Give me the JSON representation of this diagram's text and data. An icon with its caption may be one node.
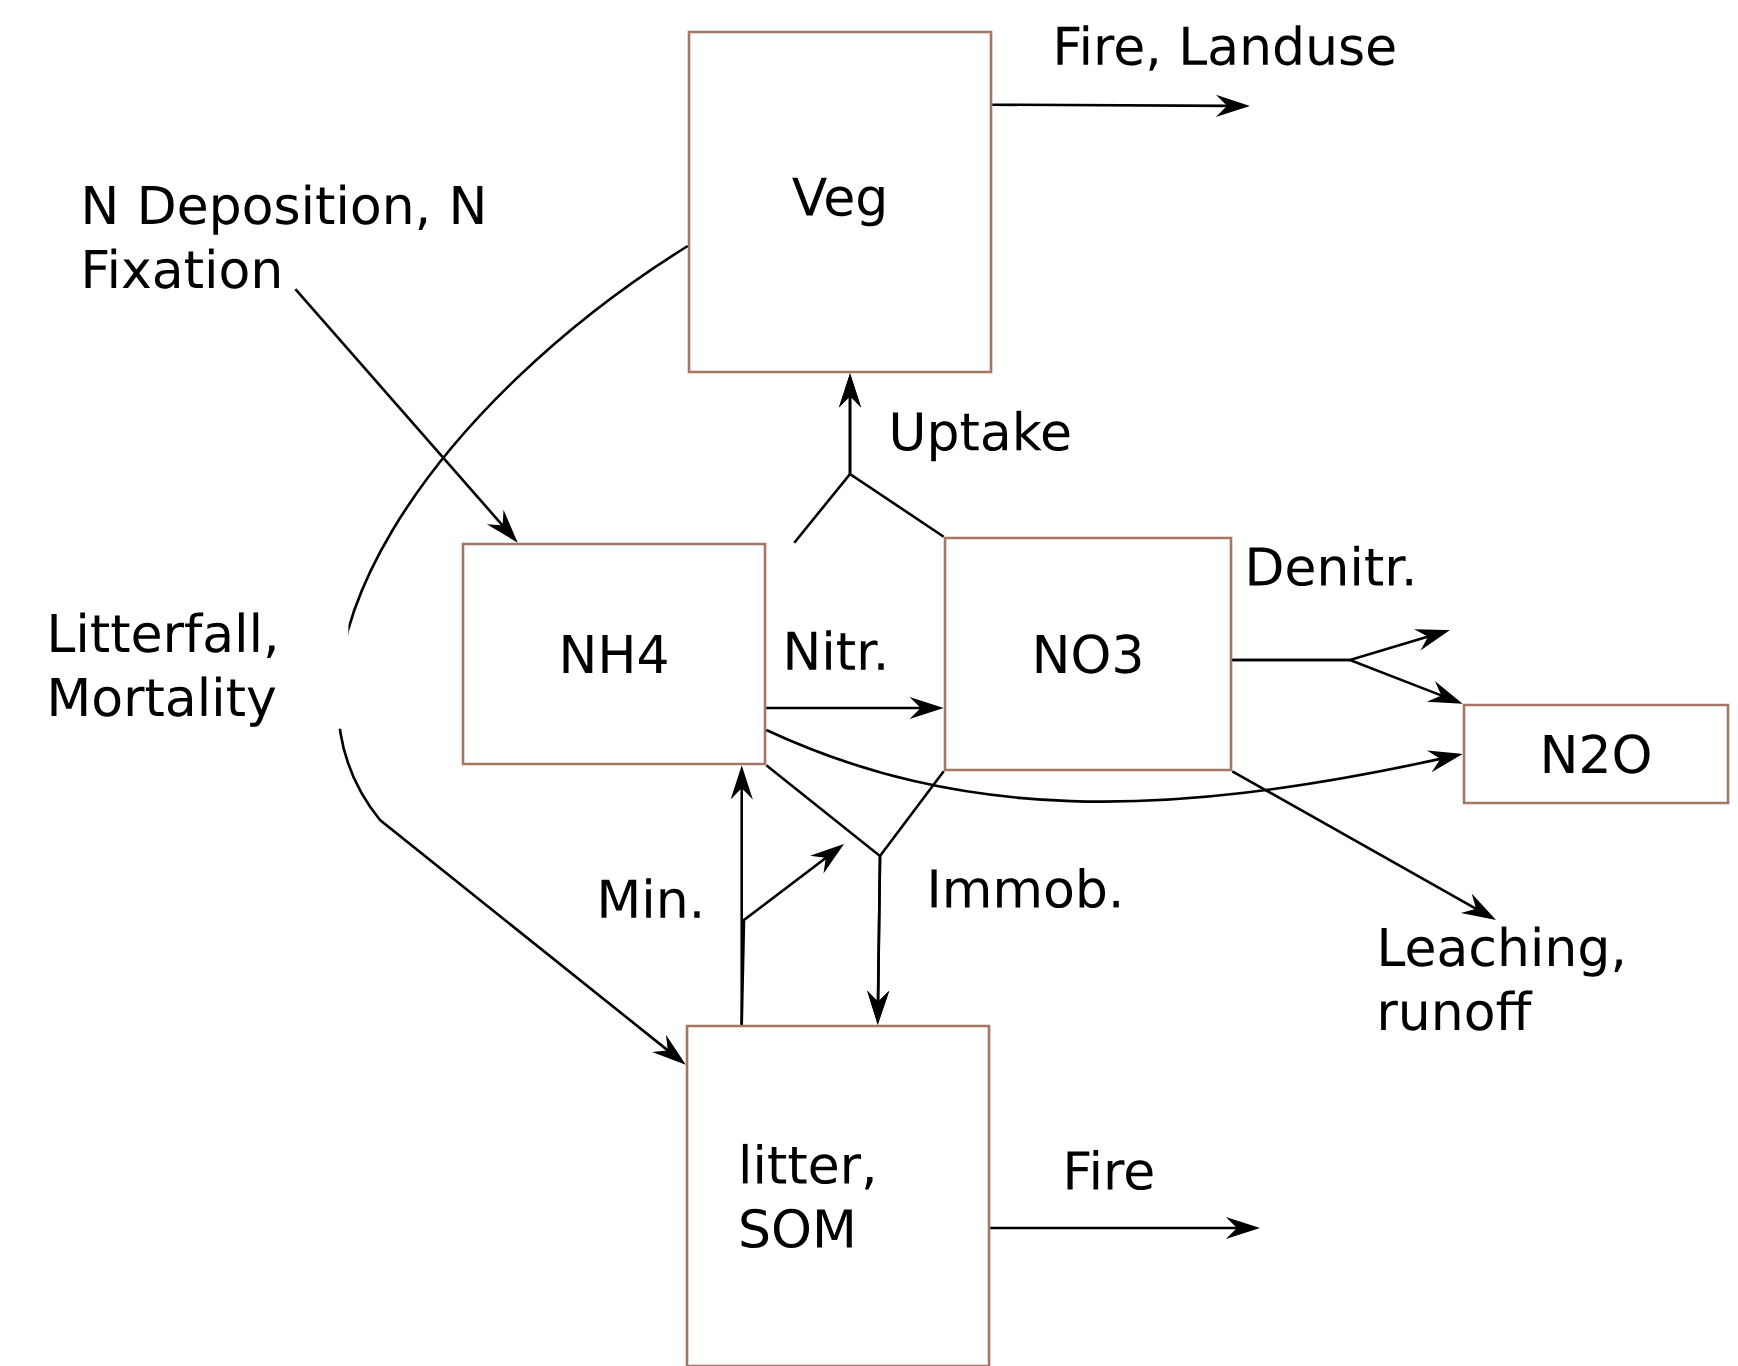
{
  "diagram": {
    "nodes": [
      {
        "text": [
          "Veg"
        ]
      },
      {
        "text": [
          "NH4"
        ]
      },
      {
        "text": [
          "NO3"
        ]
      },
      {
        "text": [
          "N2O"
        ]
      },
      {
        "text": [
          "litter, SOM"
        ]
      },
      {
        "text": [
          "N Deposition, N Fixation"
        ]
      }
    ],
    "edges": [
      {
        "from": 0,
        "to": null,
        "arrow": "to",
        "label": "Fire, Landuse"
      },
      {
        "from": 5,
        "to": 1,
        "arrow": "to"
      },
      {
        "from": 0,
        "to": 4,
        "arrow": "to",
        "label": "Litterfall, Mortality"
      },
      {
        "from": 1,
        "to": 0,
        "arrow": "to",
        "label": "Uptake"
      },
      {
        "from": 2,
        "to": 0,
        "arrow": "to"
      },
      {
        "from": 1,
        "to": 2,
        "arrow": "to",
        "label": "Nitr."
      },
      {
        "from": 1,
        "to": 3,
        "arrow": "to"
      },
      {
        "from": 2,
        "to": null,
        "arrow": "to",
        "label": "Denitr."
      },
      {
        "from": 2,
        "to": 3,
        "arrow": "to"
      },
      {
        "from": 2,
        "to": null,
        "arrow": "to",
        "label": "Leaching, runoff"
      },
      {
        "from": 4,
        "to": 1,
        "arrow": "to",
        "label": "Min."
      },
      {
        "from": 4,
        "to": null,
        "arrow": "to"
      },
      {
        "from": 1,
        "to": 4,
        "arrow": "to",
        "label": "Immob."
      },
      {
        "from": 2,
        "to": 4,
        "arrow": "to"
      },
      {
        "from": 4,
        "to": null,
        "arrow": "to",
        "label": "Fire"
      }
    ]
  }
}
